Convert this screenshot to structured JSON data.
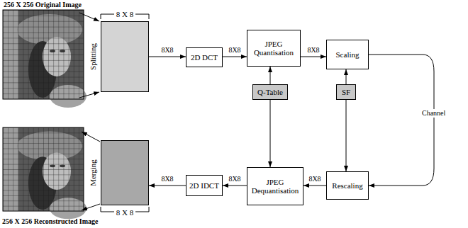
{
  "diagram": {
    "nodes": [
      {
        "text": [
          "8 X 8"
        ]
      },
      {
        "text": [
          "2D DCT"
        ]
      },
      {
        "text": [
          "JPEG Quantisation"
        ]
      },
      {
        "text": [
          "Scaling"
        ]
      },
      {
        "text": [
          "Q-Table"
        ]
      },
      {
        "text": [
          "SF"
        ]
      },
      {
        "text": [
          "Rescaling"
        ]
      },
      {
        "text": [
          "JPEG Dequantisation"
        ]
      },
      {
        "text": [
          "2D IDCT"
        ]
      },
      {
        "text": [
          "8 X 8"
        ]
      }
    ],
    "edges": [
      {
        "from": 0,
        "to": 1,
        "label": "8X8",
        "arrow": "to"
      },
      {
        "from": 1,
        "to": 2,
        "label": "8X8",
        "arrow": "to"
      },
      {
        "from": 2,
        "to": 3,
        "label": "8X8",
        "arrow": "to"
      },
      {
        "from": 3,
        "to": 6,
        "label": "Channel",
        "arrow": "to"
      },
      {
        "from": 4,
        "to": 2,
        "arrow": "to"
      },
      {
        "from": 4,
        "to": 7,
        "arrow": "to"
      },
      {
        "from": 5,
        "to": 3,
        "arrow": "to"
      },
      {
        "from": 5,
        "to": 6,
        "arrow": "to"
      },
      {
        "from": 6,
        "to": 7,
        "label": "8X8",
        "arrow": "to"
      },
      {
        "from": 7,
        "to": 8,
        "label": "8X8",
        "arrow": "to"
      },
      {
        "from": 8,
        "to": 9,
        "label": "8X8",
        "arrow": "to"
      }
    ],
    "labels": [
      "256 X 256 Original Image",
      "Splitting",
      "Merging",
      "256 X 256 Reconstructed Image"
    ]
  }
}
